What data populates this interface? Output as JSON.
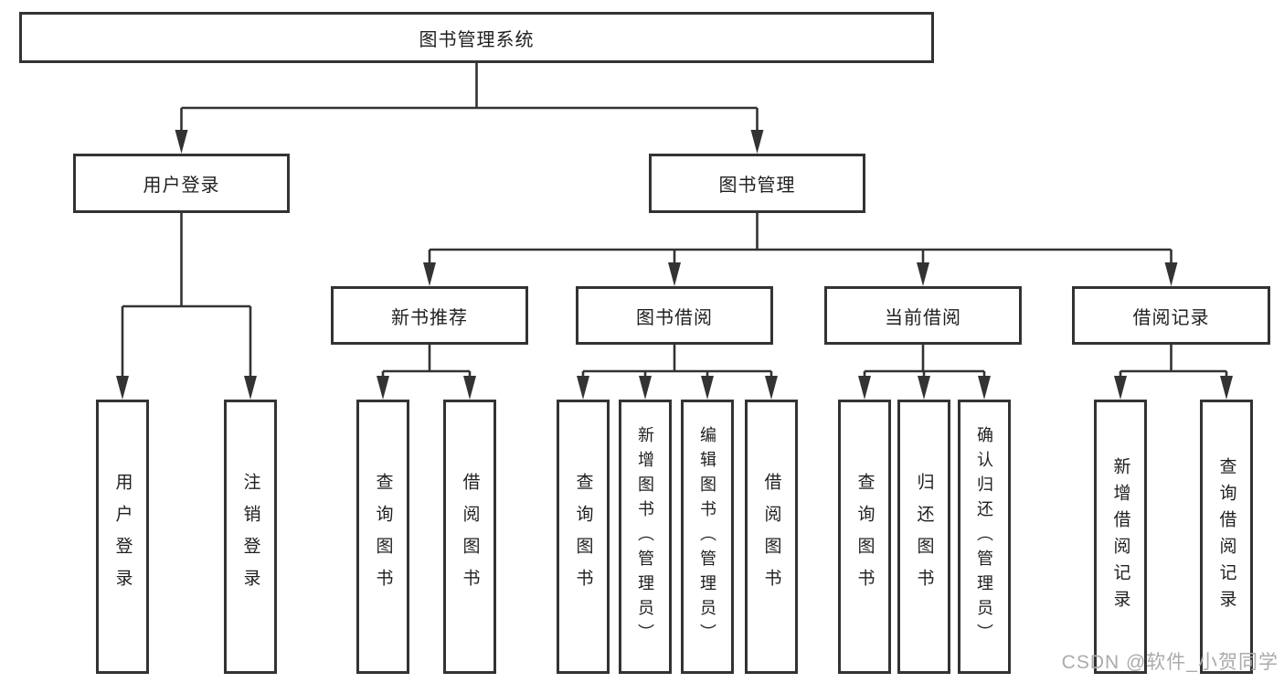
{
  "diagram": {
    "root": {
      "label": "图书管理系统"
    },
    "level2": {
      "user_login": {
        "label": "用户登录"
      },
      "book_management": {
        "label": "图书管理"
      }
    },
    "level3": {
      "new_book_recommend": {
        "label": "新书推荐"
      },
      "book_borrow": {
        "label": "图书借阅"
      },
      "current_borrow": {
        "label": "当前借阅"
      },
      "borrow_records": {
        "label": "借阅记录"
      }
    },
    "leaves": {
      "user_login": [
        "用户登录",
        "注销登录"
      ],
      "new_book_recommend": [
        "查询图书",
        "借阅图书"
      ],
      "book_borrow": [
        "查询图书",
        "新增图书（管理员）",
        "编辑图书（管理员）",
        "借阅图书"
      ],
      "current_borrow": [
        "查询图书",
        "归还图书",
        "确认归还（管理员）"
      ],
      "borrow_records": [
        "新增借阅记录",
        "查询借阅记录"
      ]
    },
    "watermark": "CSDN @软件_小贺同学"
  }
}
